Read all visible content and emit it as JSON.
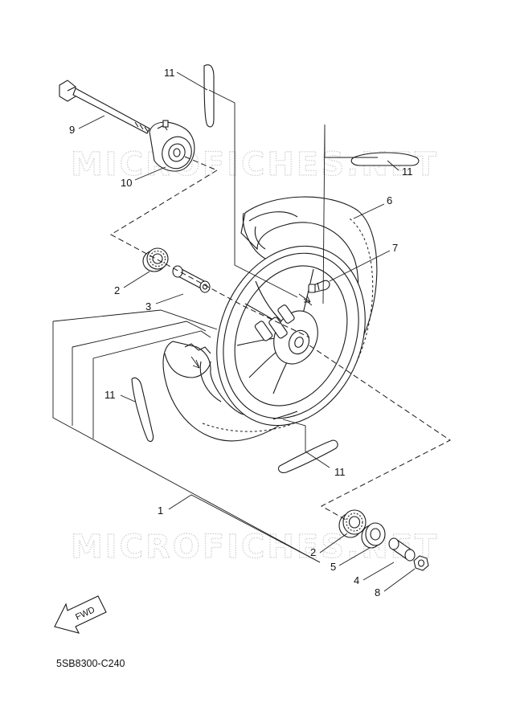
{
  "watermark": "MICROFICHES.NET",
  "diagram_code": "5SB8300-C240",
  "fwd_label": "FWD",
  "callouts": {
    "c1": "1",
    "c2_top": "2",
    "c3": "3",
    "c6": "6",
    "c7": "7",
    "c9": "9",
    "c10": "10",
    "c11_top": "11",
    "c11_right": "11",
    "c11_left": "11",
    "c11_bottom": "11",
    "c2_bottom": "2",
    "c5": "5",
    "c4": "4",
    "c8": "8"
  }
}
